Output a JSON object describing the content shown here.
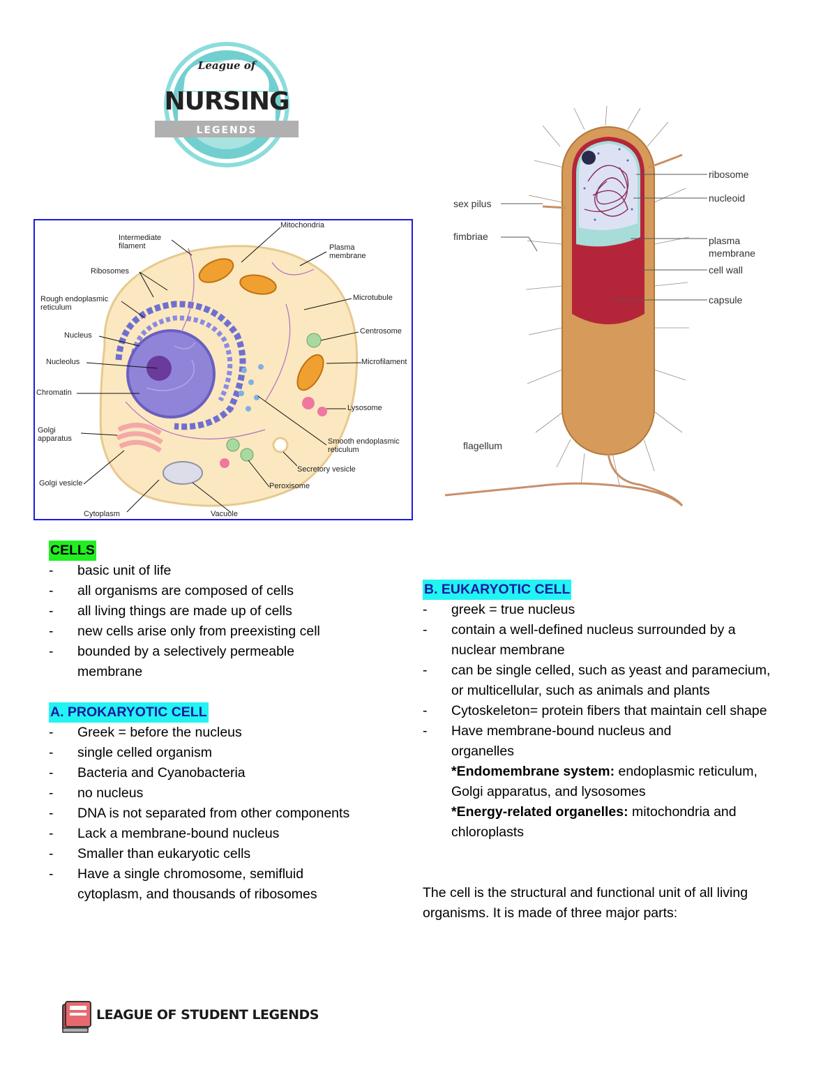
{
  "logo": {
    "line1": "League of",
    "line2": "NURSING",
    "line3": "LEGENDS"
  },
  "animal_cell": {
    "labels": {
      "intermediate": [
        "Intermediate",
        "filament"
      ],
      "mitochondria": "Mitochondria",
      "plasma": [
        "Plasma",
        "membrane"
      ],
      "ribosomes": "Ribosomes",
      "rough_er": [
        "Rough endoplasmic",
        "reticulum"
      ],
      "microtubule": "Microtubule",
      "nucleus": "Nucleus",
      "centrosome": "Centrosome",
      "nucleolus": "Nucleolus",
      "microfilament": "Microfilament",
      "chromatin": "Chromatin",
      "lysosome": "Lysosome",
      "golgi": [
        "Golgi",
        "apparatus"
      ],
      "smooth_er": [
        "Smooth endoplasmic",
        "reticulum"
      ],
      "secretory": "Secretory vesicle",
      "golgi_vesicle": "Golgi vesicle",
      "peroxisome": "Peroxisome",
      "cytoplasm": "Cytoplasm",
      "vacuole": "Vacuole"
    }
  },
  "bacterium": {
    "labels": {
      "ribosome": "ribosome",
      "sex_pilus": "sex pilus",
      "nucleoid": "nucleoid",
      "fimbriae": "fimbriae",
      "plasma": [
        "plasma",
        "membrane"
      ],
      "cell_wall": "cell wall",
      "capsule": "capsule",
      "flagellum": "flagellum"
    }
  },
  "cells": {
    "heading": "CELLS",
    "items": [
      "basic unit of life",
      "all organisms are composed of cells",
      "all living things are made up of cells",
      "new cells arise only from preexisting cell",
      "bounded by a selectively permeable membrane"
    ]
  },
  "prokaryotic": {
    "heading": "A.  PROKARYOTIC CELL",
    "items": [
      "Greek = before the nucleus",
      "single celled organism",
      "Bacteria and Cyanobacteria",
      "no nucleus",
      "DNA is not separated from other components",
      "Lack a membrane-bound nucleus",
      "Smaller than eukaryotic cells",
      "Have a single chromosome, semifluid cytoplasm, and thousands of ribosomes"
    ]
  },
  "eukaryotic": {
    "heading": "B.  EUKARYOTIC CELL",
    "items": [
      "greek = true nucleus",
      "contain a well-defined nucleus surrounded by a nuclear membrane",
      "can be single celled, such as yeast and paramecium, or multicellular, such as animals and plants",
      "Cytoskeleton= protein fibers that maintain cell shape",
      "Have membrane-bound nucleus and organelles"
    ],
    "notes": [
      {
        "term": "*Endomembrane system:",
        "text": " endoplasmic reticulum, Golgi apparatus, and lysosomes"
      },
      {
        "term": "*Energy-related organelles:",
        "text": " mitochondria and chloroplasts"
      }
    ]
  },
  "summary": "The cell is the structural and functional unit of all living organisms. It is made of three major parts:",
  "footer": {
    "brand": "LEAGUE OF STUDENT LEGENDS"
  }
}
